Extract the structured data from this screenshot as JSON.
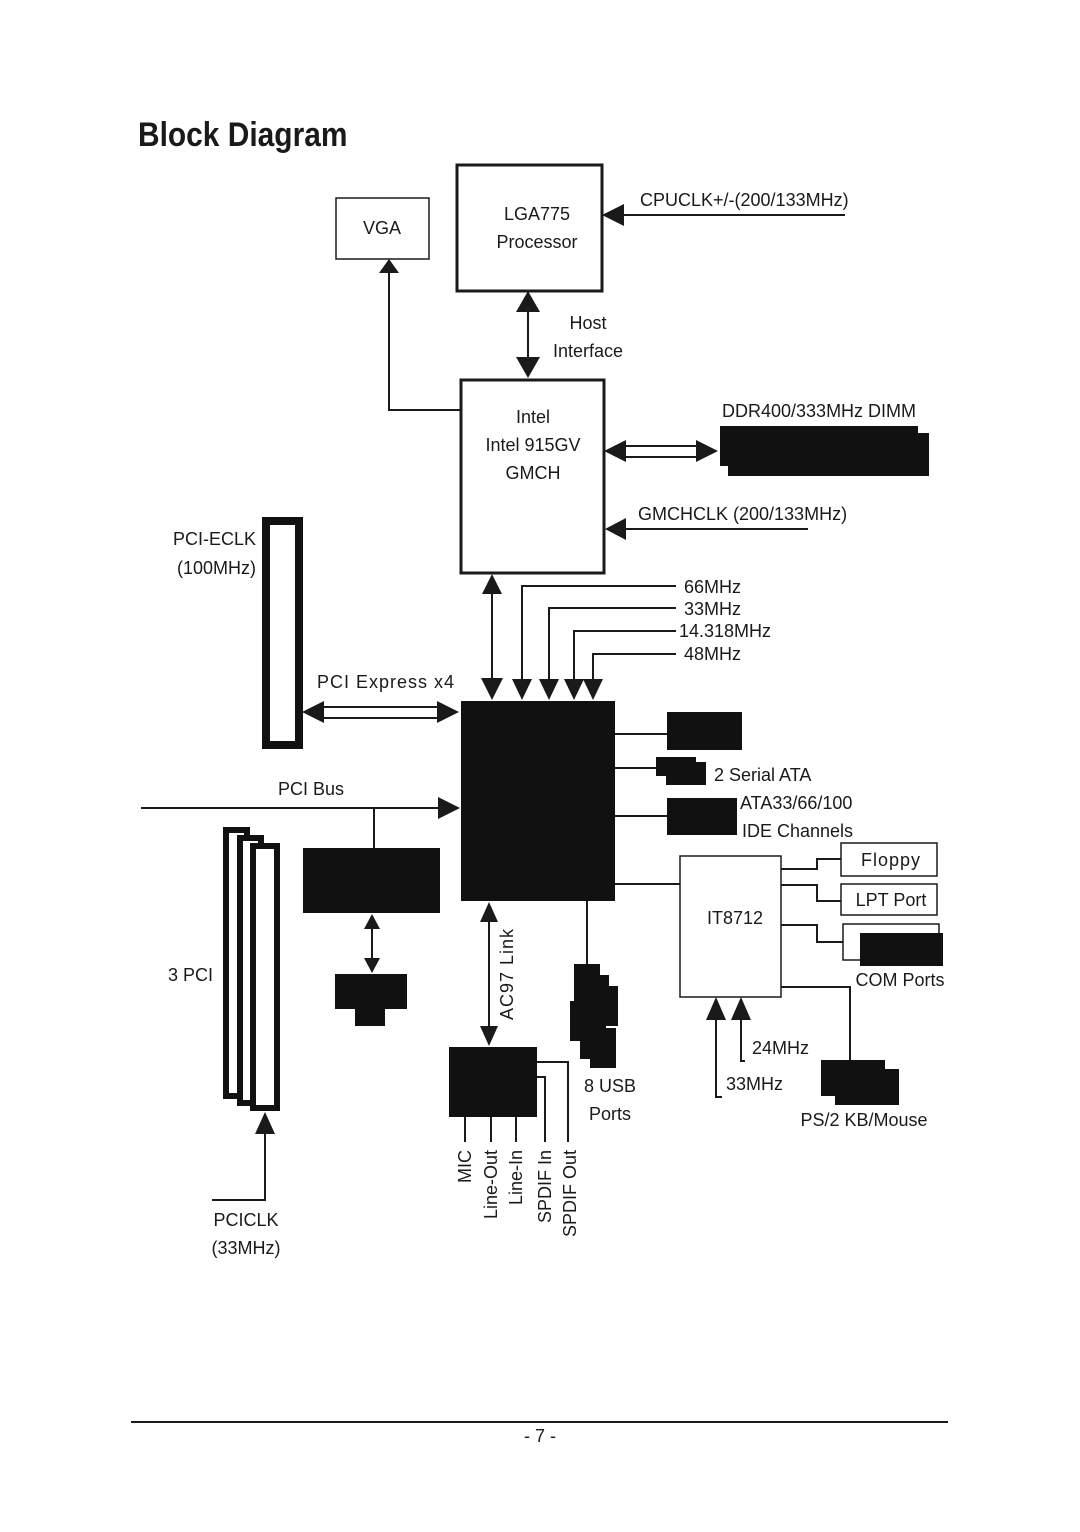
{
  "title": "Block Diagram",
  "page_number": "- 7 -",
  "nodes": {
    "vga": "VGA",
    "cpu_line1": "LGA775",
    "cpu_line2": "Processor",
    "gmch_line1": "Intel",
    "gmch_line2": "Intel 915GV",
    "gmch_line3": "GMCH",
    "superio": "IT8712",
    "floppy": "Floppy",
    "lpt": "LPT Port"
  },
  "labels": {
    "cpuclk": "CPUCLK+/-(200/133MHz)",
    "host_1": "Host",
    "host_2": "Interface",
    "ddr": "DDR400/333MHz DIMM",
    "gmchclk": "GMCHCLK (200/133MHz)",
    "pcieclk_1": "PCI-ECLK",
    "pcieclk_2": "(100MHz)",
    "pcie_x4": "PCI Express x4",
    "clk_66": "66MHz",
    "clk_33": "33MHz",
    "clk_14": "14.318MHz",
    "clk_48": "48MHz",
    "pci_bus": "PCI Bus",
    "sata": "2 Serial ATA",
    "ata_1": "ATA33/66/100",
    "ata_2": "IDE Channels",
    "three_pci": "3 PCI",
    "ac97": "AC97 Link",
    "usb_1": "8 USB",
    "usb_2": "Ports",
    "com": "COM Ports",
    "clk_24": "24MHz",
    "clk_33b": "33MHz",
    "ps2": "PS/2 KB/Mouse",
    "pciclk_1": "PCICLK",
    "pciclk_2": "(33MHz)",
    "audio": [
      "MIC",
      "Line-Out",
      "Line-In",
      "SPDIF In",
      "SPDIF Out"
    ]
  }
}
